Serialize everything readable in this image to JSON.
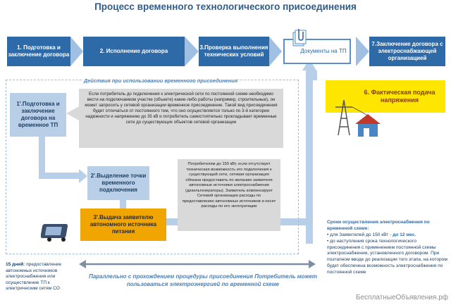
{
  "title": "Процесс временного технологического присоединения",
  "steps": {
    "s1": "1. Подготовка и заключение договора",
    "s2": "2. Исполнение договора",
    "s3": "3.Проверка выполнения технических условий",
    "docs": "Документы на ТП",
    "s7": "7.Заключение договора с электроснабжающей организацией",
    "s6": "6. Фактическая подача напряжения",
    "s1p": "1'.Подготовка и заключение договора на временное ТП",
    "s2p": "2'.Выделение точки временного подключения",
    "s3p": "3'.Выдача заявителю автономного источника питания"
  },
  "temp_header": "Действия при использовании временного присоединения",
  "note_top": "Если потребитель до подключения к электрической сети по постоянной схеме необходимо вести на подключаемом участке (объекте) какие-либо работы (например, строительные), он может запросить у сетевой организации временное присоединение. Такой вид присоединения будет отличаться от постоянного тем, что оно осуществляется только по 3-й категории надежности и напряжению до 35 кВ и потребитель самостоятельно прокладывает временные сети до существующих объектов сетевой организации",
  "note_mid": "Потребителям до 150 кВт, если отсутствует техническая возможность его подключения к существующей сети, сетевая организация обязана предоставить по желанию заявителя автономные источники электроснабжения (дизельгенераторы). Заявитель компенсирует Сетевой организации расходы по предоставлению автономных источников и несет расходы по его эксплуатации",
  "left_note": {
    "bold": "15 дней:",
    "text": " предоставление автономных источников электроснабжения или осуществление ТП к электрическим сетям СО"
  },
  "right_note": {
    "header": "Сроки осуществления электроснабжения по временной схеме:",
    "item1_prefix": "для Заявителей до 150 кВт - ",
    "item1_term": "до 12 мес.",
    "item2": "до наступления срока технологического присоединения с применением постоянной схемы электроснабжения, установленного договором. При поэтапном вводе до реализации того этапа, на котором будет обеспечена возможность электроснабжения по постоянной схеме"
  },
  "bottom_text": "Параллельно с прохождением процедуры присоединения Потребитель может пользоваться электроэнергией по временной схеме",
  "watermark": "БесплатныеОбъявления.рф",
  "icons": [
    "paperclip-icon",
    "document-stack-icon",
    "power-pylon-house-icon",
    "generator-icon"
  ],
  "colors": {
    "dark_blue": "#2f6aa8",
    "light_blue": "#b9cfe8",
    "yellow": "#ffe600",
    "orange": "#f0a500",
    "grey": "#d9d9d9"
  }
}
